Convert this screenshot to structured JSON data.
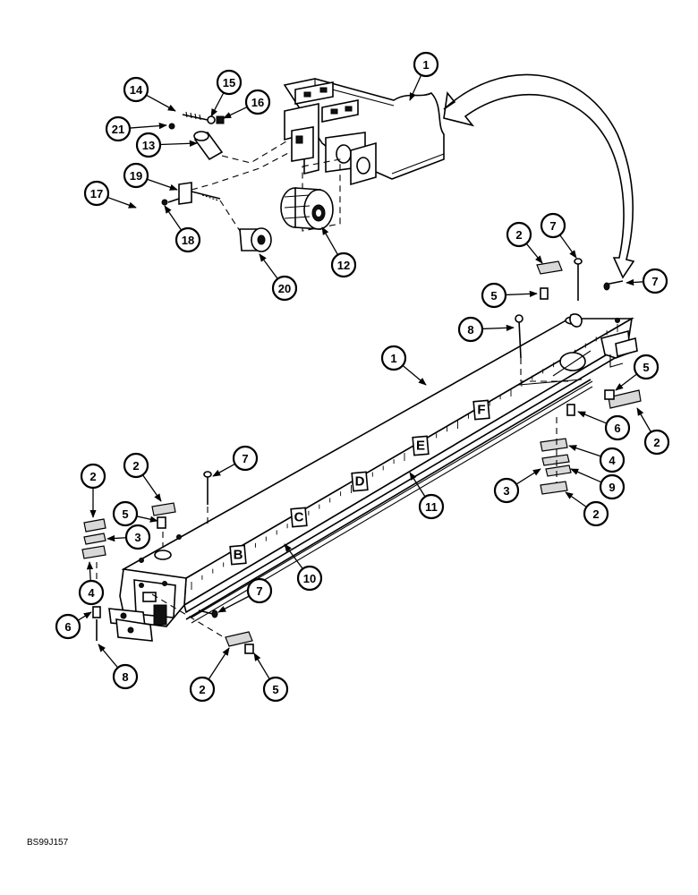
{
  "figure_code": "BS99J157",
  "section_labels": [
    "B",
    "C",
    "D",
    "E",
    "F"
  ],
  "callouts": [
    {
      "id": "c1a",
      "number": "1"
    },
    {
      "id": "c14",
      "number": "14"
    },
    {
      "id": "c15",
      "number": "15"
    },
    {
      "id": "c16",
      "number": "16"
    },
    {
      "id": "c21",
      "number": "21"
    },
    {
      "id": "c13",
      "number": "13"
    },
    {
      "id": "c19",
      "number": "19"
    },
    {
      "id": "c17",
      "number": "17"
    },
    {
      "id": "c18",
      "number": "18"
    },
    {
      "id": "c12",
      "number": "12"
    },
    {
      "id": "c20",
      "number": "20"
    },
    {
      "id": "c2a",
      "number": "2"
    },
    {
      "id": "c7a",
      "number": "7"
    },
    {
      "id": "c7b",
      "number": "7"
    },
    {
      "id": "c5a",
      "number": "5"
    },
    {
      "id": "c8a",
      "number": "8"
    },
    {
      "id": "c1b",
      "number": "1"
    },
    {
      "id": "c5b",
      "number": "5"
    },
    {
      "id": "c6a",
      "number": "6"
    },
    {
      "id": "c2b",
      "number": "2"
    },
    {
      "id": "c4a",
      "number": "4"
    },
    {
      "id": "c9",
      "number": "9"
    },
    {
      "id": "c3a",
      "number": "3"
    },
    {
      "id": "c2c",
      "number": "2"
    },
    {
      "id": "c11",
      "number": "11"
    },
    {
      "id": "c7c",
      "number": "7"
    },
    {
      "id": "c2d",
      "number": "2"
    },
    {
      "id": "c2e",
      "number": "2"
    },
    {
      "id": "c5c",
      "number": "5"
    },
    {
      "id": "c3b",
      "number": "3"
    },
    {
      "id": "c4b",
      "number": "4"
    },
    {
      "id": "c10",
      "number": "10"
    },
    {
      "id": "c7d",
      "number": "7"
    },
    {
      "id": "c6b",
      "number": "6"
    },
    {
      "id": "c8b",
      "number": "8"
    },
    {
      "id": "c2f",
      "number": "2"
    },
    {
      "id": "c5d",
      "number": "5"
    }
  ]
}
